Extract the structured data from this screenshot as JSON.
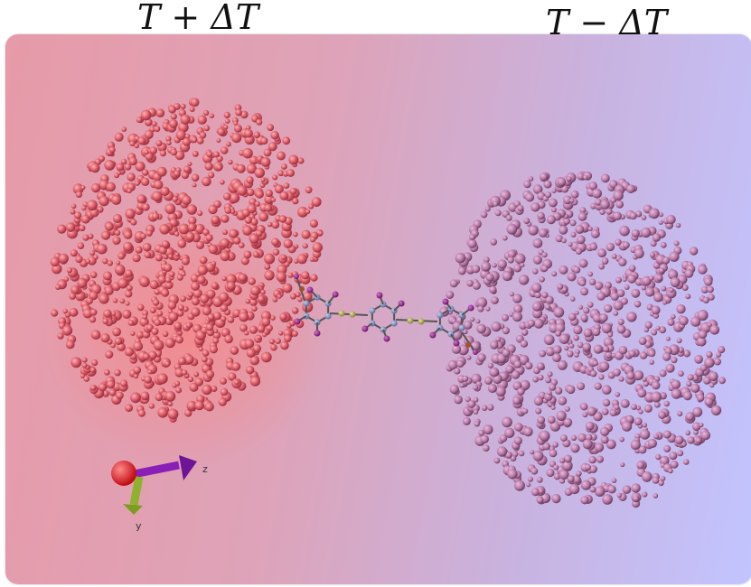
{
  "labels": {
    "left": "T + ΔT",
    "right": "T − ΔT"
  },
  "viewport": {
    "background_left": "#e79aa8",
    "background_right": "#c2c4ff"
  },
  "left_cluster": {
    "color": "#d85a67"
  },
  "right_cluster": {
    "color": "#b97aa6"
  },
  "molecule": {
    "ring_color": "#7a86b8",
    "halogen_color": "#9a2e95",
    "linker_color": "#b7b05a"
  },
  "axes_gizmo": {
    "x_color": "#e8141c",
    "y_color": "#8fb12e",
    "z_color": "#8a1fb8",
    "y_label": "y",
    "z_label": "z"
  }
}
